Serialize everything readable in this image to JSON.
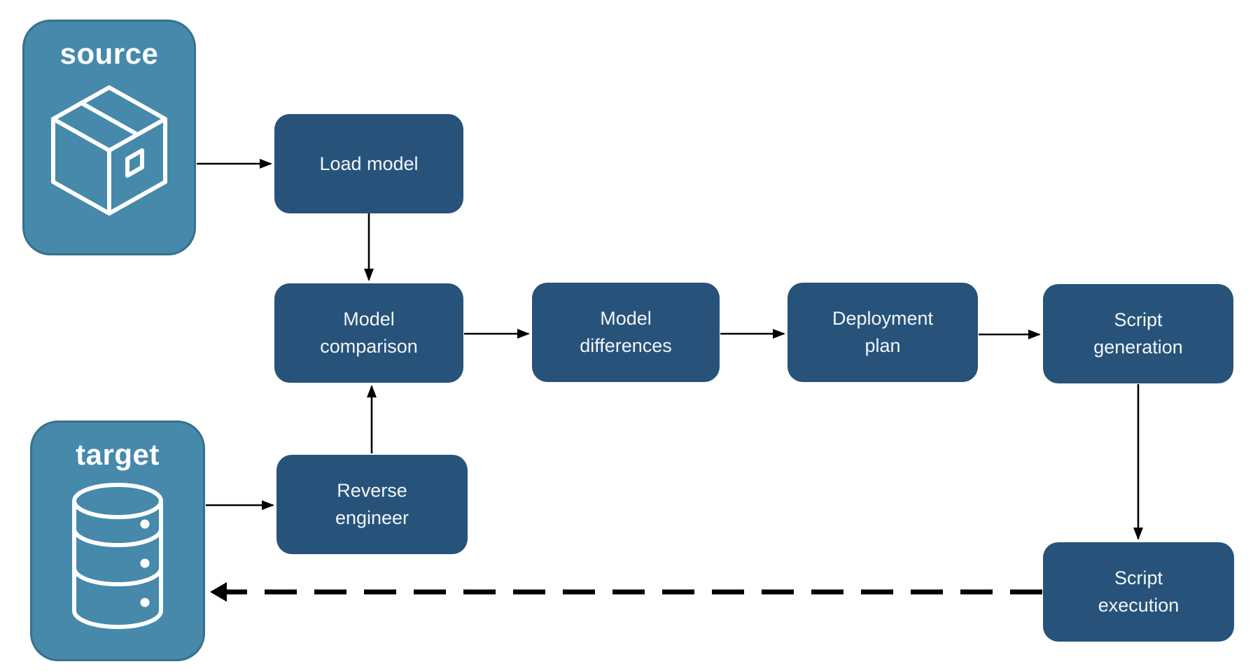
{
  "endpoints": {
    "source": {
      "label": "source",
      "icon": "package-icon"
    },
    "target": {
      "label": "target",
      "icon": "database-icon"
    }
  },
  "nodes": {
    "load_model": {
      "label": "Load model"
    },
    "model_comparison": {
      "label": "Model comparison"
    },
    "model_differences": {
      "label": "Model differences"
    },
    "deployment_plan": {
      "label": "Deployment plan"
    },
    "script_generation": {
      "label": "Script generation"
    },
    "reverse_engineer": {
      "label": "Reverse engineer"
    },
    "script_execution": {
      "label": "Script execution"
    }
  },
  "edges": [
    {
      "from": "source",
      "to": "load_model",
      "style": "solid"
    },
    {
      "from": "load_model",
      "to": "model_comparison",
      "style": "solid"
    },
    {
      "from": "target",
      "to": "reverse_engineer",
      "style": "solid"
    },
    {
      "from": "reverse_engineer",
      "to": "model_comparison",
      "style": "solid"
    },
    {
      "from": "model_comparison",
      "to": "model_differences",
      "style": "solid"
    },
    {
      "from": "model_differences",
      "to": "deployment_plan",
      "style": "solid"
    },
    {
      "from": "deployment_plan",
      "to": "script_generation",
      "style": "solid"
    },
    {
      "from": "script_generation",
      "to": "script_execution",
      "style": "solid"
    },
    {
      "from": "script_execution",
      "to": "target",
      "style": "dashed"
    }
  ],
  "colors": {
    "node-fill": "#27537a",
    "node-text": "#f2f6f9",
    "endpoint-fill": "#4689ab",
    "endpoint-border": "#37708c",
    "endpoint-text": "#ffffff",
    "edge-color": "#000000",
    "canvas-bg": "#ffffff"
  }
}
